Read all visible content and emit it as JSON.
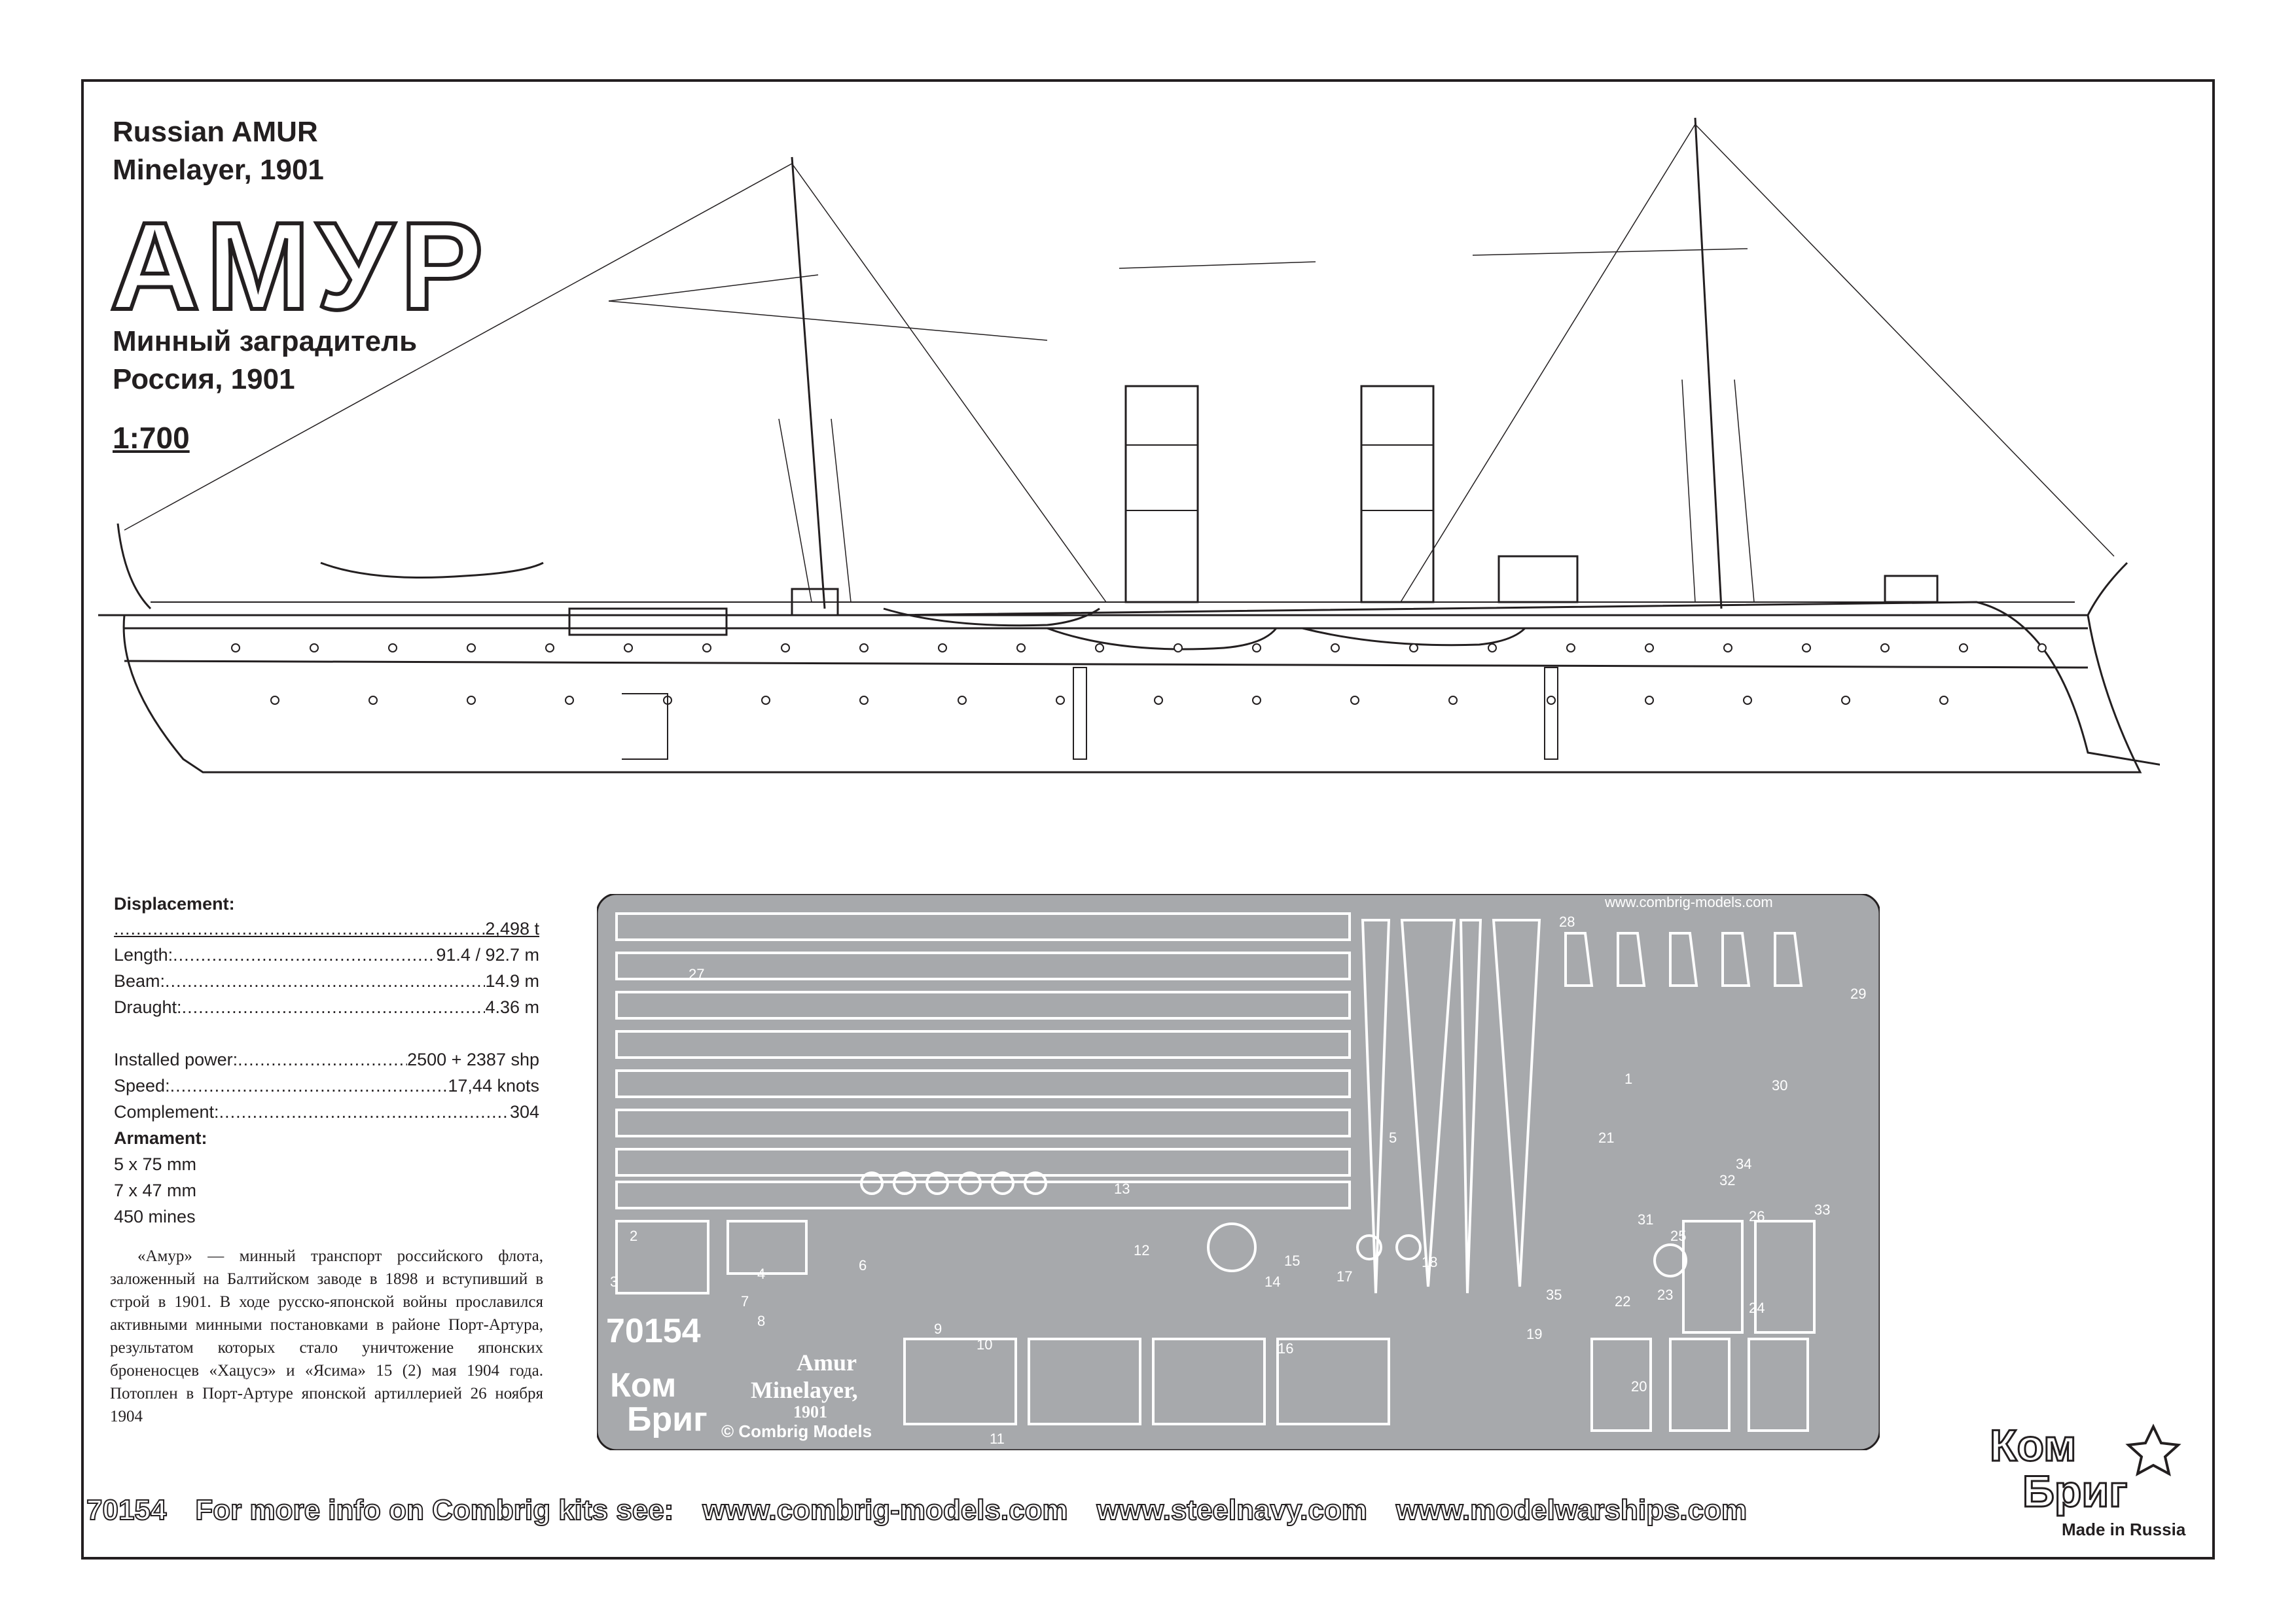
{
  "header": {
    "title_en_line1": "Russian AMUR",
    "title_en_line2": "Minelayer, 1901",
    "title_big": "АМУР",
    "title_ru_line1": "Минный заградитель",
    "title_ru_line2": "Россия, 1901",
    "scale": "1:700"
  },
  "specs": {
    "displacement_heading": "Displacement:",
    "rows": [
      {
        "label": "",
        "value": "2,498 t"
      },
      {
        "label": "Length:",
        "value": "91.4 / 92.7 m"
      },
      {
        "label": "Beam:",
        "value": "14.9 m"
      },
      {
        "label": "Draught:",
        "value": "4.36 m"
      },
      {
        "label": "Installed power: ",
        "value": "2500 + 2387 shp"
      },
      {
        "label": "Speed:",
        "value": "17,44 knots"
      },
      {
        "label": "Complement: ",
        "value": "304"
      }
    ],
    "armament_heading": "Armament:",
    "armament": [
      "5 x 75 mm",
      "7 x 47 mm",
      "450 mines"
    ]
  },
  "description": "«Амур» — минный транспорт российского флота, заложенный на Балтийском заводе в 1898 и вступивший в строй в 1901. В ходе русско-японской войны прославился активными минными постановками в районе Порт-Артура, результатом которых стало уничтожение японских броненосцев «Хацусэ» и «Ясима» 15 (2) мая 1904 года. Потоплен в Порт-Артуре японской артиллерией 26 ноября 1904",
  "fret": {
    "url": "www.combrig-models.com",
    "kit_number": "70154",
    "ship_name": "Amur",
    "ship_type": "Minelayer,",
    "year": "1901",
    "copyright": "© Combrig Models",
    "logo_line1": "Ком",
    "logo_line2": "Бриг",
    "part_numbers": [
      "1",
      "2",
      "3",
      "4",
      "5",
      "6",
      "7",
      "8",
      "9",
      "10",
      "11",
      "12",
      "13",
      "14",
      "15",
      "16",
      "17",
      "18",
      "19",
      "20",
      "21",
      "22",
      "23",
      "24",
      "25",
      "26",
      "27",
      "28",
      "29",
      "30",
      "31",
      "32",
      "33",
      "34",
      "35"
    ]
  },
  "footer": {
    "kit_number": "70154",
    "info": "For more info on Combrig kits see:",
    "link1": "www.combrig-models.com",
    "link2": "www.steelnavy.com",
    "link3": "www.modelwarships.com"
  },
  "brand": {
    "line1": "Ком",
    "line2": "Бриг",
    "made": "Made in Russia"
  },
  "colors": {
    "ink": "#231f20",
    "fret_grey": "#a7a9ac",
    "paper": "#ffffff"
  }
}
